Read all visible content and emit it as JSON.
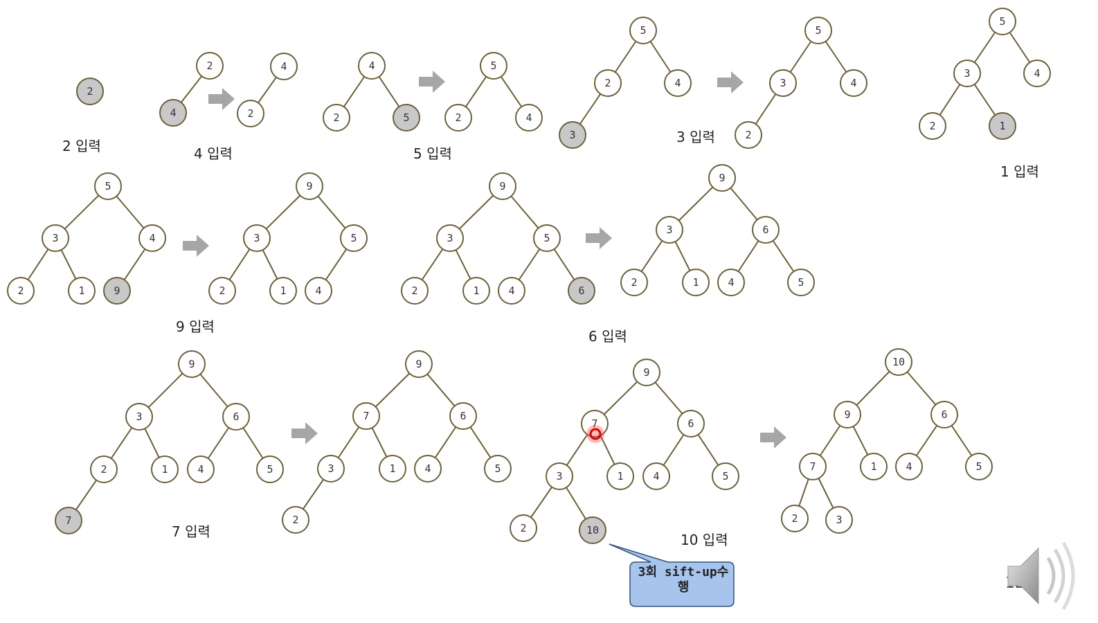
{
  "labels": {
    "s1": "2 입력",
    "s2": "4 입력",
    "s3": "5 입력",
    "s4": "3 입력",
    "s5": "1 입력",
    "s6": "9 입력",
    "s7": "6 입력",
    "s8": "7 입력",
    "s9": "10 입력"
  },
  "callout": "3회 sift-up수행",
  "page_number": "12",
  "trees": [
    {
      "id": "t1",
      "nodes": [
        {
          "v": "2",
          "hl": true
        }
      ]
    },
    {
      "id": "t2a",
      "nodes": [
        {
          "v": "2"
        },
        {
          "v": "4",
          "hl": true
        }
      ]
    },
    {
      "id": "t2b",
      "nodes": [
        {
          "v": "4"
        },
        {
          "v": "2"
        }
      ]
    },
    {
      "id": "t3a",
      "nodes": [
        {
          "v": "4"
        },
        {
          "v": "2"
        },
        {
          "v": "5",
          "hl": true
        }
      ]
    },
    {
      "id": "t3b",
      "nodes": [
        {
          "v": "5"
        },
        {
          "v": "2"
        },
        {
          "v": "4"
        }
      ]
    },
    {
      "id": "t4a",
      "nodes": [
        {
          "v": "5"
        },
        {
          "v": "2"
        },
        {
          "v": "4"
        },
        {
          "v": "3",
          "hl": true
        }
      ]
    },
    {
      "id": "t4b",
      "nodes": [
        {
          "v": "5"
        },
        {
          "v": "3"
        },
        {
          "v": "4"
        },
        {
          "v": "2"
        }
      ]
    },
    {
      "id": "t5",
      "nodes": [
        {
          "v": "5"
        },
        {
          "v": "3"
        },
        {
          "v": "4"
        },
        {
          "v": "2"
        },
        {
          "v": "1",
          "hl": true
        }
      ]
    },
    {
      "id": "t6a",
      "nodes": [
        {
          "v": "5"
        },
        {
          "v": "3"
        },
        {
          "v": "4"
        },
        {
          "v": "2"
        },
        {
          "v": "1"
        },
        {
          "v": "9",
          "hl": true
        }
      ]
    },
    {
      "id": "t6b",
      "nodes": [
        {
          "v": "9"
        },
        {
          "v": "3"
        },
        {
          "v": "5"
        },
        {
          "v": "2"
        },
        {
          "v": "1"
        },
        {
          "v": "4"
        }
      ]
    },
    {
      "id": "t7a",
      "nodes": [
        {
          "v": "9"
        },
        {
          "v": "3"
        },
        {
          "v": "5"
        },
        {
          "v": "2"
        },
        {
          "v": "1"
        },
        {
          "v": "4"
        },
        {
          "v": "6",
          "hl": true
        }
      ]
    },
    {
      "id": "t7b",
      "nodes": [
        {
          "v": "9"
        },
        {
          "v": "3"
        },
        {
          "v": "6"
        },
        {
          "v": "2"
        },
        {
          "v": "1"
        },
        {
          "v": "4"
        },
        {
          "v": "5"
        }
      ]
    },
    {
      "id": "t8a",
      "nodes": [
        {
          "v": "9"
        },
        {
          "v": "3"
        },
        {
          "v": "6"
        },
        {
          "v": "2"
        },
        {
          "v": "1"
        },
        {
          "v": "4"
        },
        {
          "v": "5"
        },
        {
          "v": "7",
          "hl": true
        }
      ]
    },
    {
      "id": "t8b",
      "nodes": [
        {
          "v": "9"
        },
        {
          "v": "7"
        },
        {
          "v": "6"
        },
        {
          "v": "3"
        },
        {
          "v": "1"
        },
        {
          "v": "4"
        },
        {
          "v": "5"
        },
        {
          "v": "2"
        }
      ]
    },
    {
      "id": "t9a",
      "nodes": [
        {
          "v": "9"
        },
        {
          "v": "7"
        },
        {
          "v": "6"
        },
        {
          "v": "3"
        },
        {
          "v": "1"
        },
        {
          "v": "4"
        },
        {
          "v": "5"
        },
        {
          "v": "2"
        },
        {
          "v": "10",
          "hl": true
        }
      ]
    },
    {
      "id": "t9b",
      "nodes": [
        {
          "v": "10"
        },
        {
          "v": "9"
        },
        {
          "v": "6"
        },
        {
          "v": "7"
        },
        {
          "v": "1"
        },
        {
          "v": "4"
        },
        {
          "v": "5"
        },
        {
          "v": "2"
        },
        {
          "v": "3"
        }
      ]
    }
  ],
  "colors": {
    "node_stroke": "#6b6038",
    "highlight_fill": "#c8c8c8",
    "arrow": "#a6a6a6",
    "callout_fill": "#a6c4ec",
    "callout_stroke": "#33507a"
  },
  "icons": {
    "arrow": "right-arrow-icon",
    "speaker": "speaker-icon",
    "cursor": "cursor-highlight-icon"
  }
}
